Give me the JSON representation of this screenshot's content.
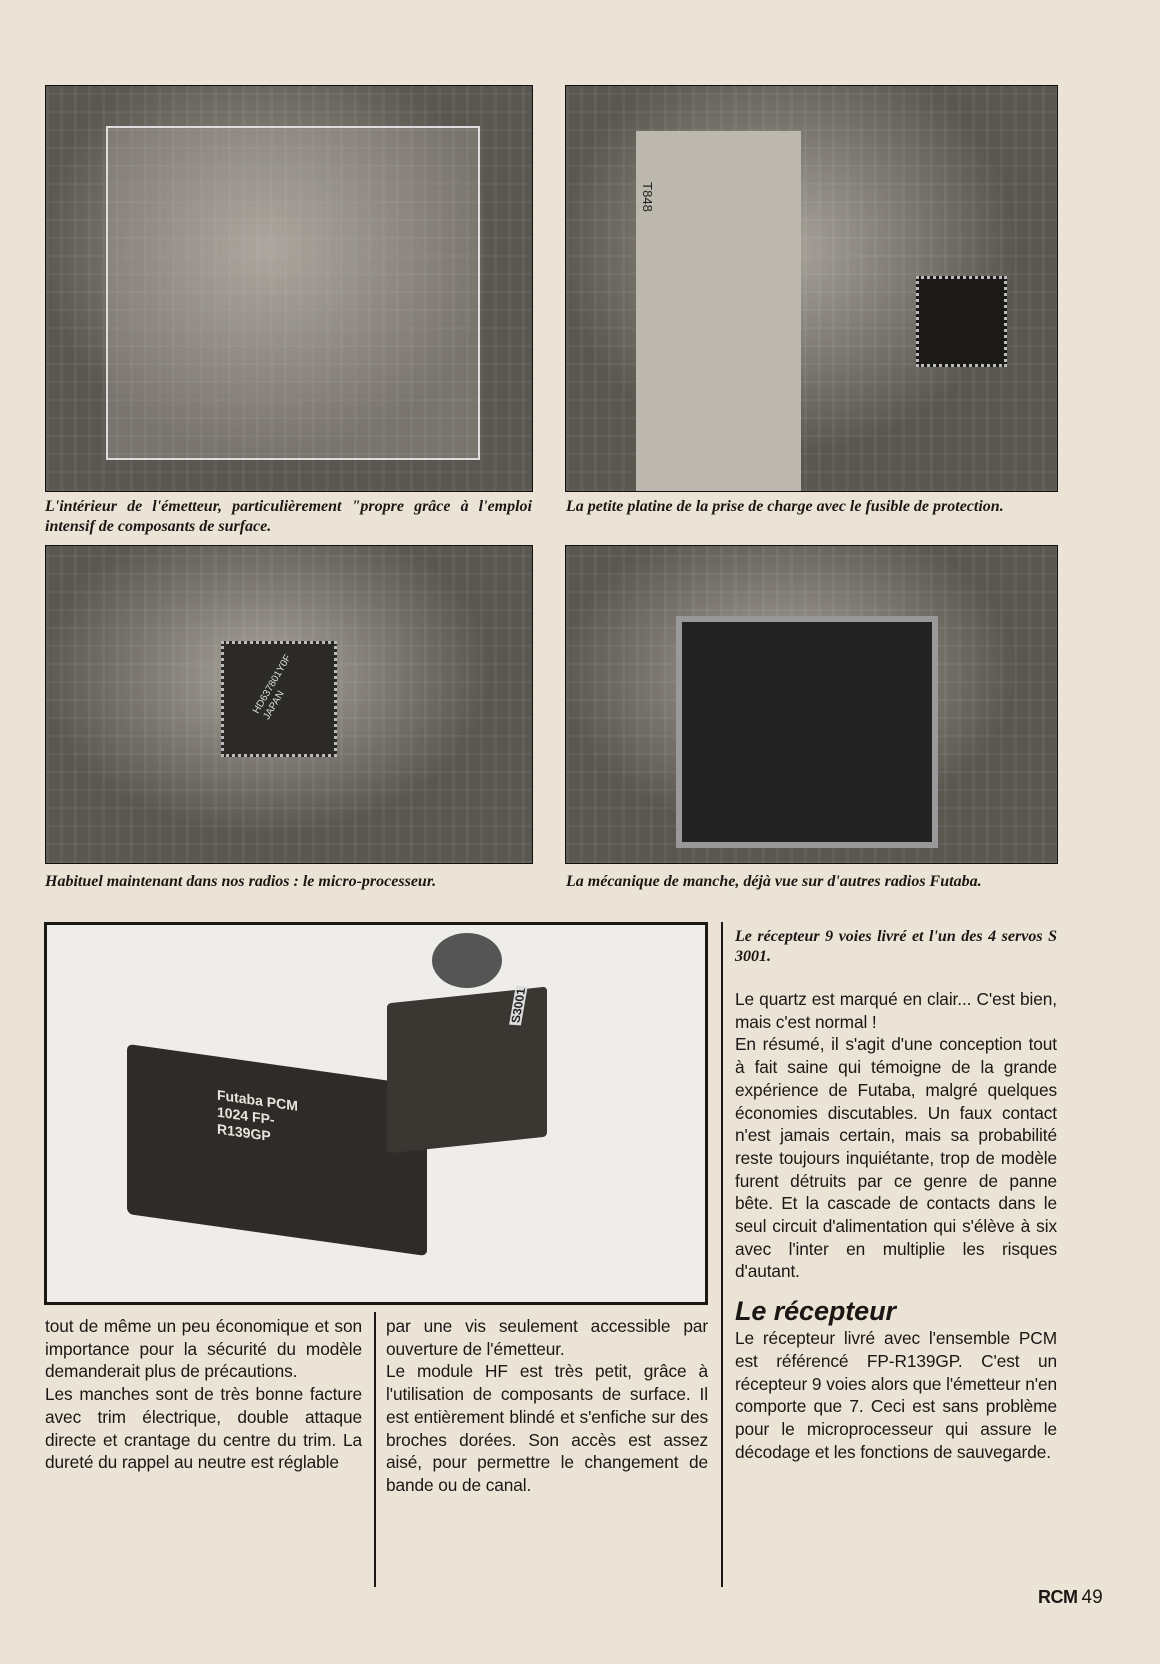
{
  "captions": {
    "photo1": "L'intérieur de l'émetteur, particulièrement \"propre grâce à l'emploi intensif de composants de surface.",
    "photo2": "La petite platine de la prise de charge avec le fusible de protection.",
    "photo3": "Habituel maintenant dans nos radios : le micro-processeur.",
    "photo4": "La mécanique de manche, déjà vue sur d'autres radios Futaba.",
    "photo5": "Le récepteur 9 voies livré et l'un des 4 servos S 3001."
  },
  "photo_labels": {
    "chip": "HD637801Y0F JAPAN",
    "board": "T848",
    "receiver": "Futaba PCM 1024 FP-R139GP",
    "servo": "S3001"
  },
  "right_column": {
    "p1": "Le quartz est marqué en clair... C'est bien, mais c'est normal !",
    "p2": "En résumé, il s'agit d'une conception tout à fait saine qui témoigne de la grande expérience de Futaba, malgré quelques économies discutables. Un faux contact n'est jamais certain, mais sa probabilité reste toujours inquiétante, trop de modèle furent détruits par ce genre de panne bête. Et la cascade de contacts dans le seul circuit d'alimentation qui s'élève à six avec l'inter en multiplie les risques d'autant.",
    "heading": "Le récepteur",
    "p3": "Le récepteur livré avec l'ensemble PCM est référencé FP-R139GP. C'est un récepteur 9 voies alors que l'émetteur n'en comporte que 7. Ceci est sans problème pour le microprocesseur qui assure le décodage et les fonctions de sauvegarde."
  },
  "left_column": {
    "p1": "tout de même un peu économique et son importance pour la sécurité du modèle demanderait plus de précautions.",
    "p2": "Les manches sont de très bonne facture avec trim électrique, double attaque directe et crantage du centre du trim. La dureté du rappel au neutre est réglable"
  },
  "middle_column": {
    "p1": "par une vis seulement accessible par ouverture de l'émetteur.",
    "p2": "Le module HF est très petit, grâce à l'utilisation de composants de surface. Il est entièrement blindé et s'enfiche sur des broches dorées. Son accès est assez aisé, pour permettre le changement de bande ou de canal."
  },
  "folio": {
    "magazine": "RCM",
    "page": "49"
  }
}
